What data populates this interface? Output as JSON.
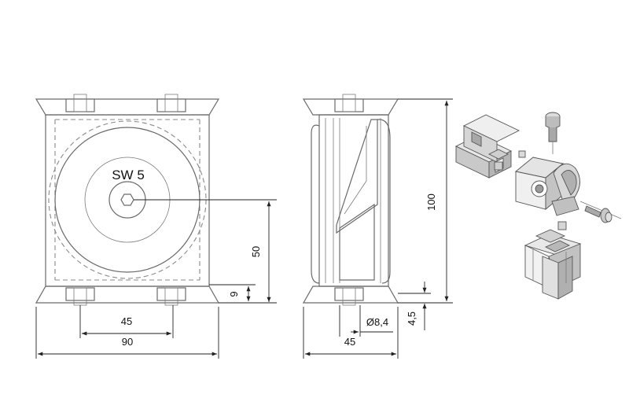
{
  "front_view": {
    "wrench_label": "SW 5",
    "dim_height": "50",
    "dim_base_offset": "9",
    "dim_bolt_spacing": "45",
    "dim_width": "90"
  },
  "side_view": {
    "dim_total_height": "100",
    "dim_base": "4,5",
    "dim_hole": "Ø8,4",
    "dim_width": "45"
  },
  "colors": {
    "outline": "#6a6a6a",
    "dimension": "#222222",
    "part_fill": "#e8e8e8",
    "part_shade": "#b5b5b5"
  }
}
